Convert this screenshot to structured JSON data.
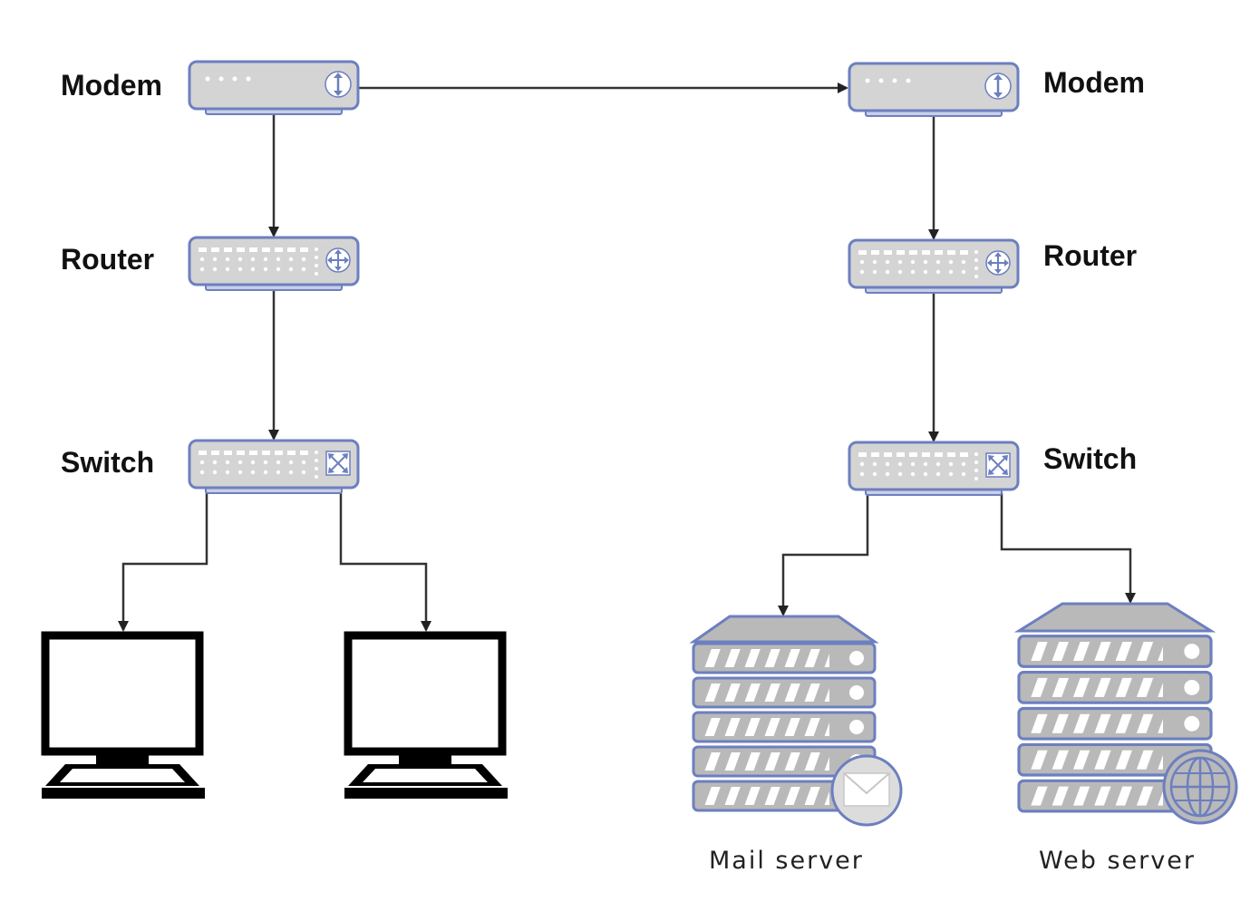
{
  "colors": {
    "device_fill": "#d4d4d4",
    "device_stroke": "#6c7fbf",
    "device_shadow": "#c9cfe6",
    "connector": "#333333",
    "monitor": "#000000",
    "server_fill": "#b9b9b9",
    "server_stripe": "#ffffff"
  },
  "left": {
    "modem_label": "Modem",
    "router_label": "Router",
    "switch_label": "Switch"
  },
  "right": {
    "modem_label": "Modem",
    "router_label": "Router",
    "switch_label": "Switch",
    "mail_server_label": "Mail server",
    "web_server_label": "Web server"
  },
  "icons": {
    "modem": "updown-arrow-icon",
    "router": "four-way-arrow-icon",
    "switch": "cross-arrow-icon",
    "mail": "envelope-icon",
    "web": "globe-icon",
    "computer": "monitor-icon"
  }
}
